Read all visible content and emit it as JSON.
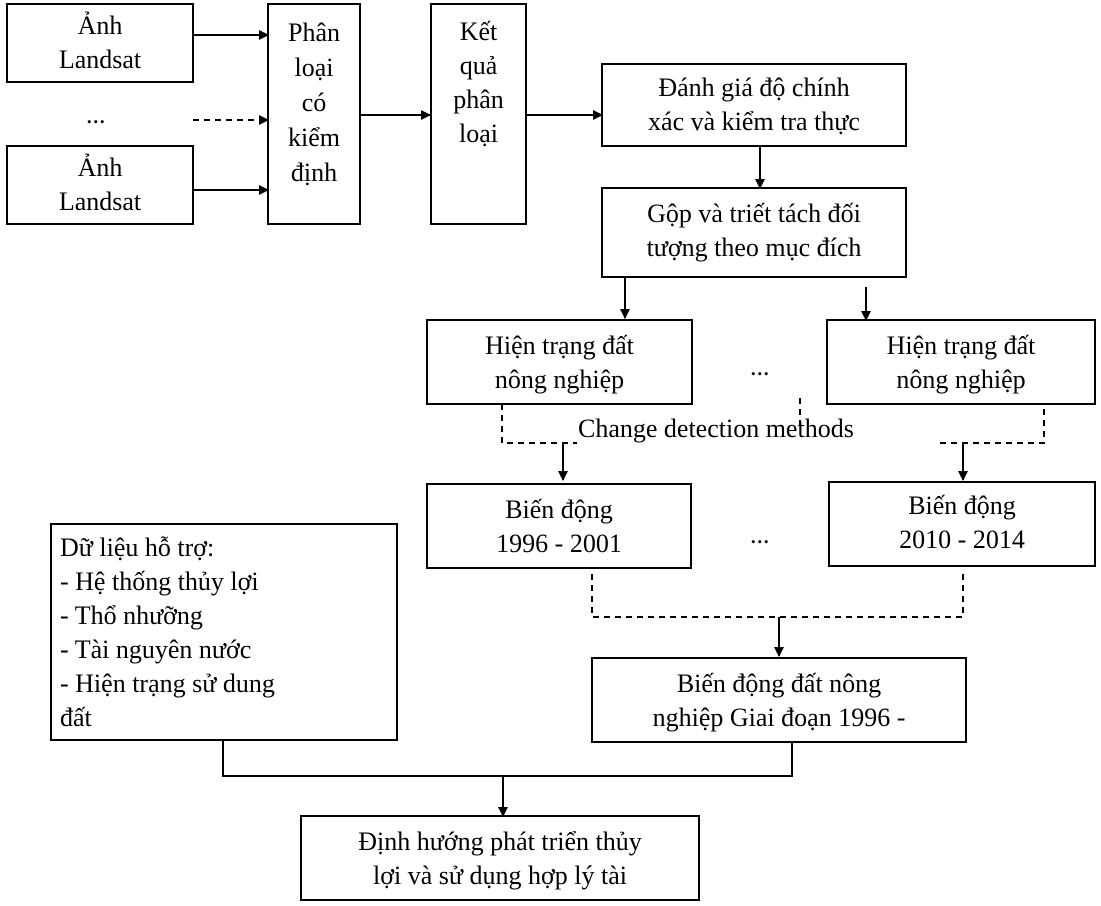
{
  "boxes": {
    "landsat_1": "Ảnh Landsat",
    "ellipsis_input": "...",
    "landsat_2": "Ảnh Landsat",
    "supervised": [
      "Phân",
      "loại",
      "có",
      "kiểm",
      "định"
    ],
    "result": [
      "Kết",
      "quả",
      "phân",
      "loại"
    ],
    "accuracy": [
      "Đánh giá độ chính",
      "xác và kiểm tra thực"
    ],
    "merge": [
      "Gộp và triết tách đối",
      "tượng theo mục đích"
    ],
    "status_1": [
      "Hiện trạng đất",
      "nông nghiệp"
    ],
    "ellipsis_status": "...",
    "status_2": [
      "Hiện trạng đất",
      "nông nghiệp"
    ],
    "change_methods": "Change detection methods",
    "change_1": [
      "Biến động",
      "1996 - 2001"
    ],
    "ellipsis_change": "...",
    "change_2": [
      "Biến động",
      "2010 - 2014"
    ],
    "support": [
      "Dữ liệu hỗ trợ:",
      "- Hệ thống thủy lợi",
      "- Thổ nhưỡng",
      "- Tài nguyên nước",
      "- Hiện trạng sử dung",
      "đất"
    ],
    "agri_change": [
      "Biến động đất nông",
      "nghiệp Giai đoạn 1996 -"
    ],
    "orientation": [
      "Định hướng phát triển thủy",
      "lợi và sử dụng hợp lý tài"
    ]
  }
}
